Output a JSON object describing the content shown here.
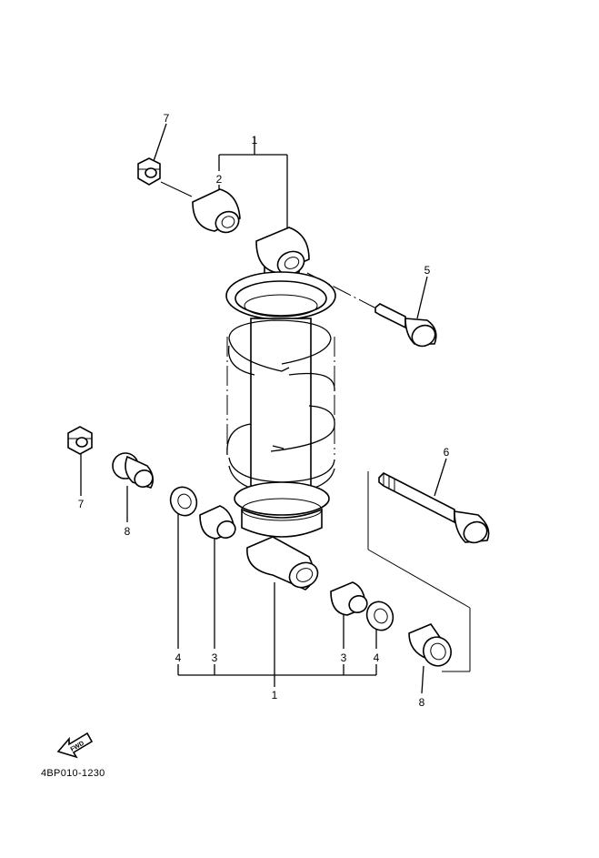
{
  "diagram": {
    "callouts": {
      "c1_top": "1",
      "c1_bottom": "1",
      "c2": "2",
      "c3_left": "3",
      "c3_right": "3",
      "c4_left": "4",
      "c4_right": "4",
      "c5": "5",
      "c6": "6",
      "c7_top": "7",
      "c7_left": "7",
      "c8_left": "8",
      "c8_right": "8"
    },
    "fwd_arrow_text": "FWD",
    "drawing_code": "4BP010-1230"
  }
}
